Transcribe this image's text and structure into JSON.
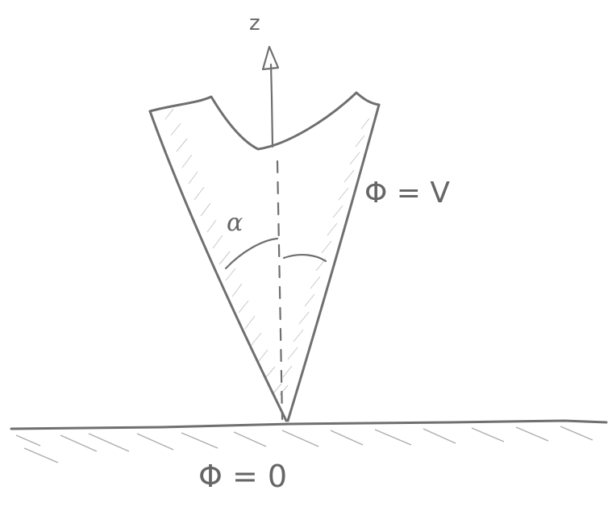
{
  "labels": {
    "axis": "z",
    "angle": "α",
    "cone_potential": "Φ = V",
    "plane_potential": "Φ = 0"
  },
  "colors": {
    "pencil": "#6f6f6f",
    "hatch": "#9a9a9a",
    "paper": "#ffffff"
  }
}
